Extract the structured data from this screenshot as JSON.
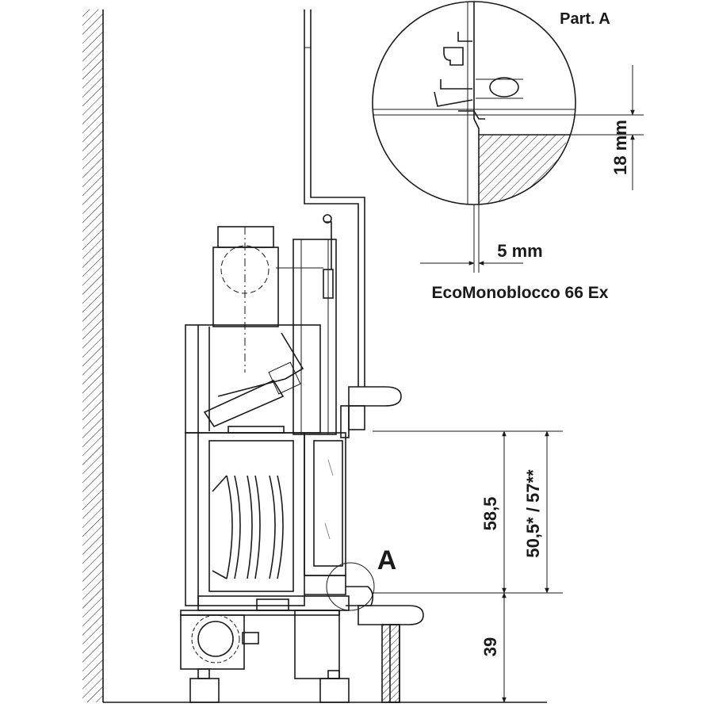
{
  "detail": {
    "title": "Part. A",
    "dim_gap": "18 mm",
    "dim_offset": "5 mm"
  },
  "model_name": "EcoMonoblocco 66 Ex",
  "callout_label": "A",
  "dimensions": {
    "upper_left": "58,5",
    "upper_right": "50,5* / 57**",
    "lower": "39"
  }
}
